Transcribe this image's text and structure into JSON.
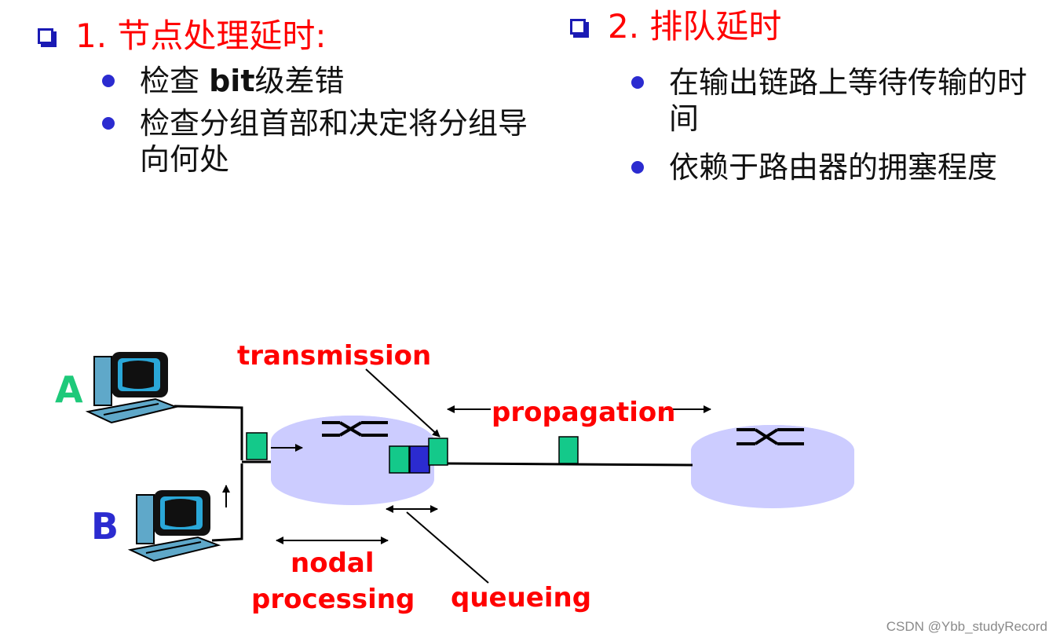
{
  "section1": {
    "heading": "1. 节点处理延时:",
    "bullets": [
      {
        "prefix": "检查 ",
        "bold": "bit",
        "suffix": "级差错"
      },
      {
        "prefix": "检查分组首部和决定将分组导向何处",
        "bold": "",
        "suffix": ""
      }
    ]
  },
  "section2": {
    "heading": "2. 排队延时",
    "bullets": [
      {
        "text": "在输出链路上等待传输的时间"
      },
      {
        "text": "依赖于路由器的拥塞程度"
      }
    ]
  },
  "diagram": {
    "host_a_label": "A",
    "host_b_label": "B",
    "transmission_label": "transmission",
    "propagation_label": "propagation",
    "nodal_label": "nodal",
    "processing_label": "processing",
    "queueing_label": "queueing",
    "colors": {
      "packet": "#14c98a",
      "queued_packet": "#2b2bd0",
      "router": "#ccccff",
      "label_red": "#ff0000",
      "label_green": "#1ec97a",
      "label_blue": "#2b2bd0"
    }
  },
  "watermark": "CSDN @Ybb_studyRecord"
}
